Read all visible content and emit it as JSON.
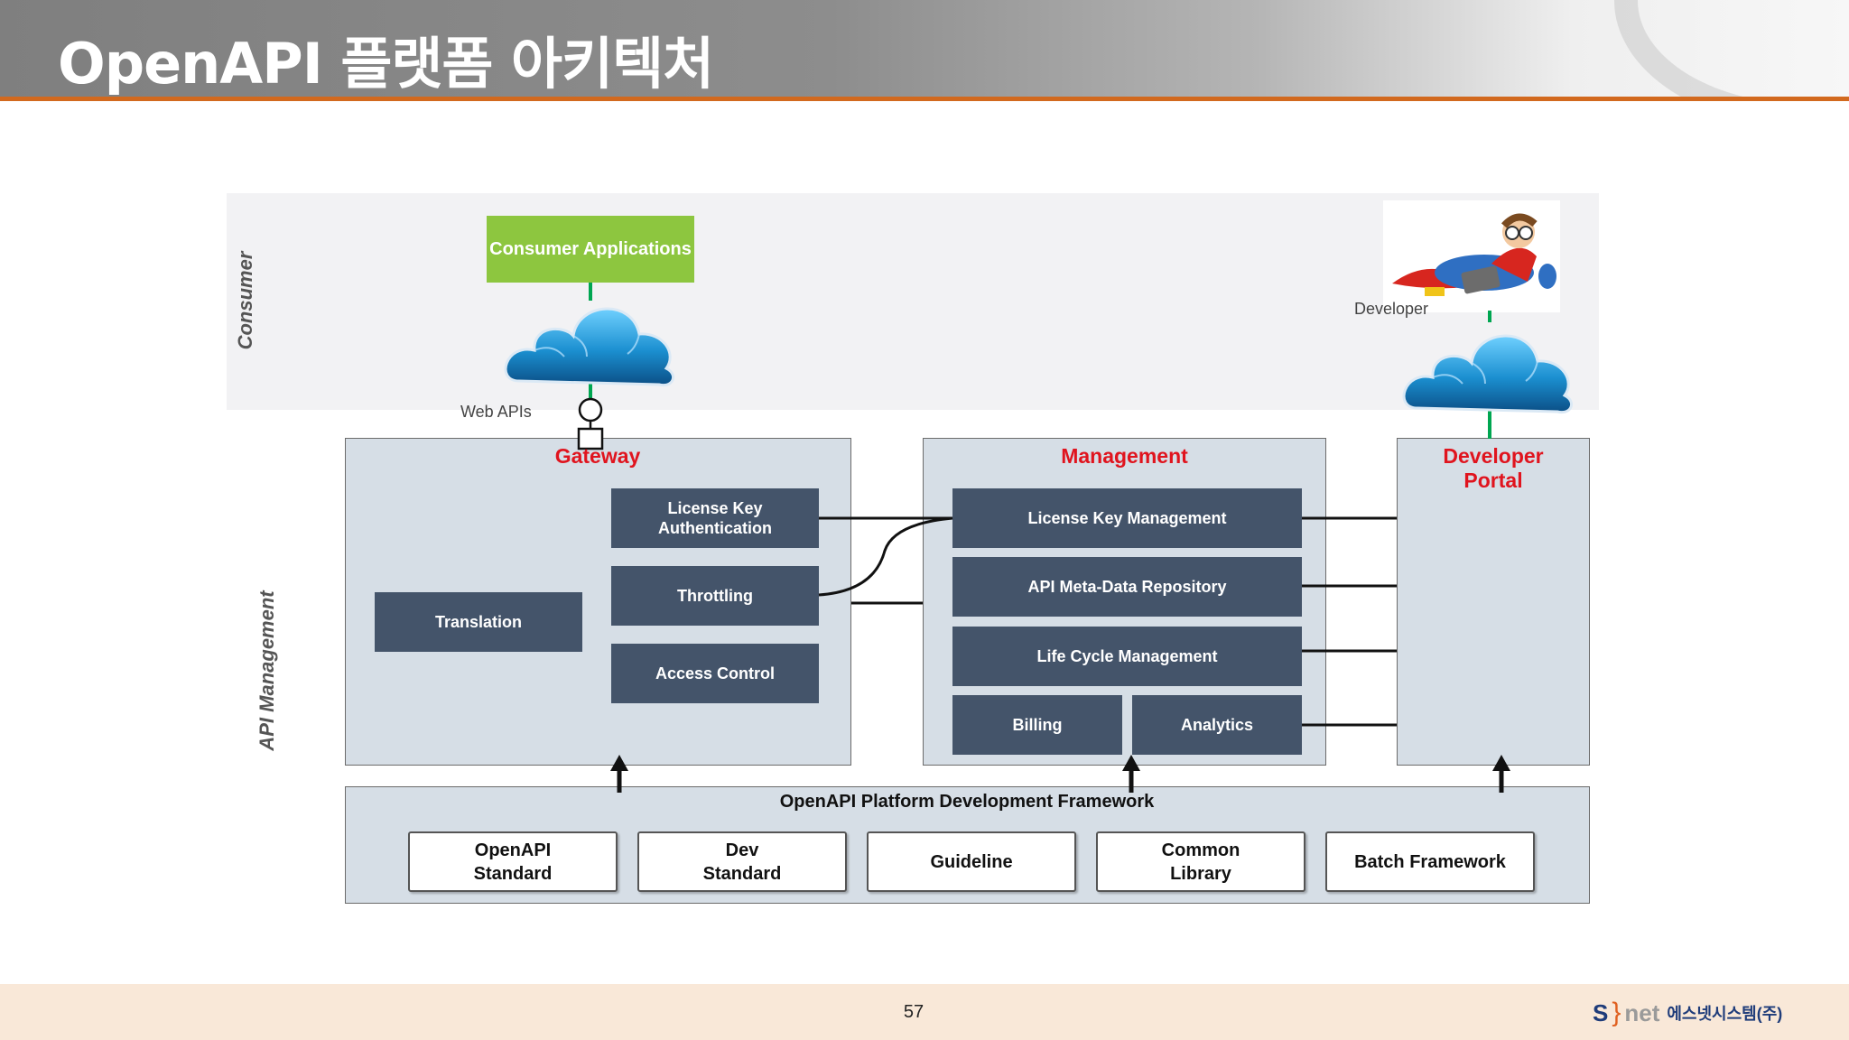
{
  "header": {
    "title": "OpenAPI 플랫폼 아키텍처"
  },
  "footer": {
    "page_number": "57",
    "logo": {
      "s": "S",
      "net": "net",
      "korean": "에스넷시스템(주)"
    }
  },
  "diagram": {
    "side_labels": {
      "consumer": "Consumer",
      "api_management": "API Management"
    },
    "consumer_applications": "Consumer Applications",
    "web_apis_label": "Web APIs",
    "developer_label": "Developer",
    "gateway": {
      "title": "Gateway",
      "boxes": {
        "license_key_auth": "License Key Authentication",
        "throttling": "Throttling",
        "access_control": "Access Control",
        "translation": "Translation"
      }
    },
    "management": {
      "title": "Management",
      "boxes": {
        "license_key_management": "License Key Management",
        "api_metadata_repository": "API Meta-Data Repository",
        "life_cycle_management": "Life Cycle Management",
        "billing": "Billing",
        "analytics": "Analytics"
      }
    },
    "developer_portal": {
      "title": "Developer Portal"
    },
    "framework": {
      "title": "OpenAPI Platform Development Framework",
      "items": [
        "OpenAPI Standard",
        "Dev Standard",
        "Guideline",
        "Common Library",
        "Batch Framework"
      ]
    }
  },
  "colors": {
    "header_accent": "#d2691e",
    "consumer_green": "#8dc63f",
    "panel_title_red": "#e0141e",
    "dark_box": "#44546a",
    "panel_bg": "#d6dee6",
    "cloud_blue": "#1b8fd0",
    "connector_green": "#00a651"
  }
}
